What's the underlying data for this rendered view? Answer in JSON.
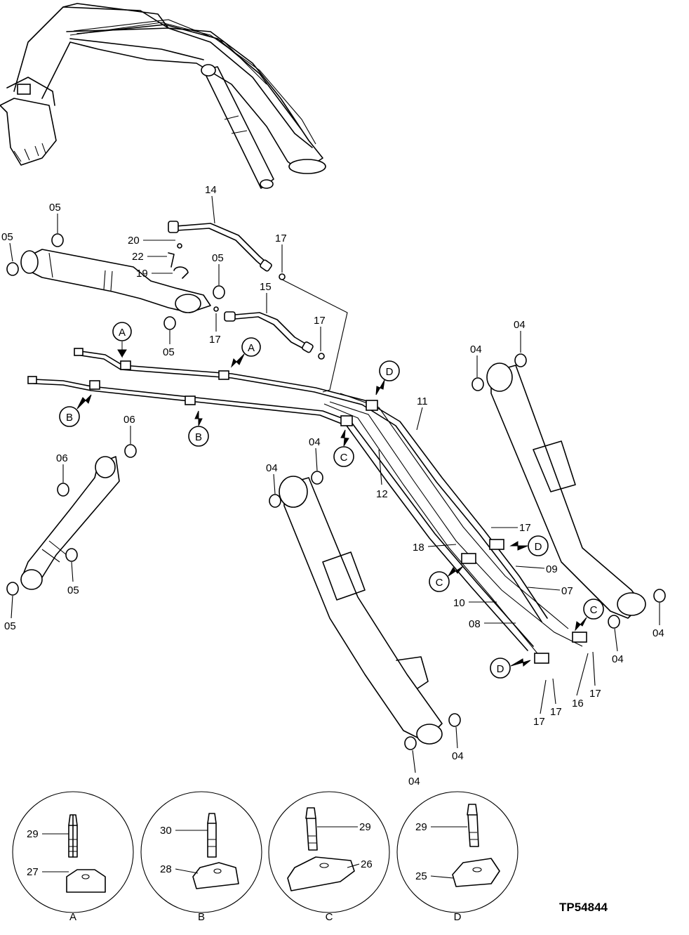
{
  "figure_id": "TP54844",
  "callouts": [
    "A",
    "B",
    "C",
    "D"
  ],
  "part_labels": {
    "p04": "04",
    "p05": "05",
    "p06": "06",
    "p07": "07",
    "p08": "08",
    "p09": "09",
    "p10": "10",
    "p11": "11",
    "p12": "12",
    "p14": "14",
    "p15": "15",
    "p16": "16",
    "p17": "17",
    "p18": "18",
    "p19": "19",
    "p20": "20",
    "p22": "22",
    "p25": "25",
    "p26": "26",
    "p27": "27",
    "p28": "28",
    "p29": "29",
    "p30": "30"
  },
  "detail_views": [
    {
      "label": "A",
      "bolt": "29",
      "clamp": "27"
    },
    {
      "label": "B",
      "bolt": "30",
      "clamp": "28"
    },
    {
      "label": "C",
      "bolt": "29",
      "clamp": "26"
    },
    {
      "label": "D",
      "bolt": "29",
      "clamp": "25"
    }
  ]
}
